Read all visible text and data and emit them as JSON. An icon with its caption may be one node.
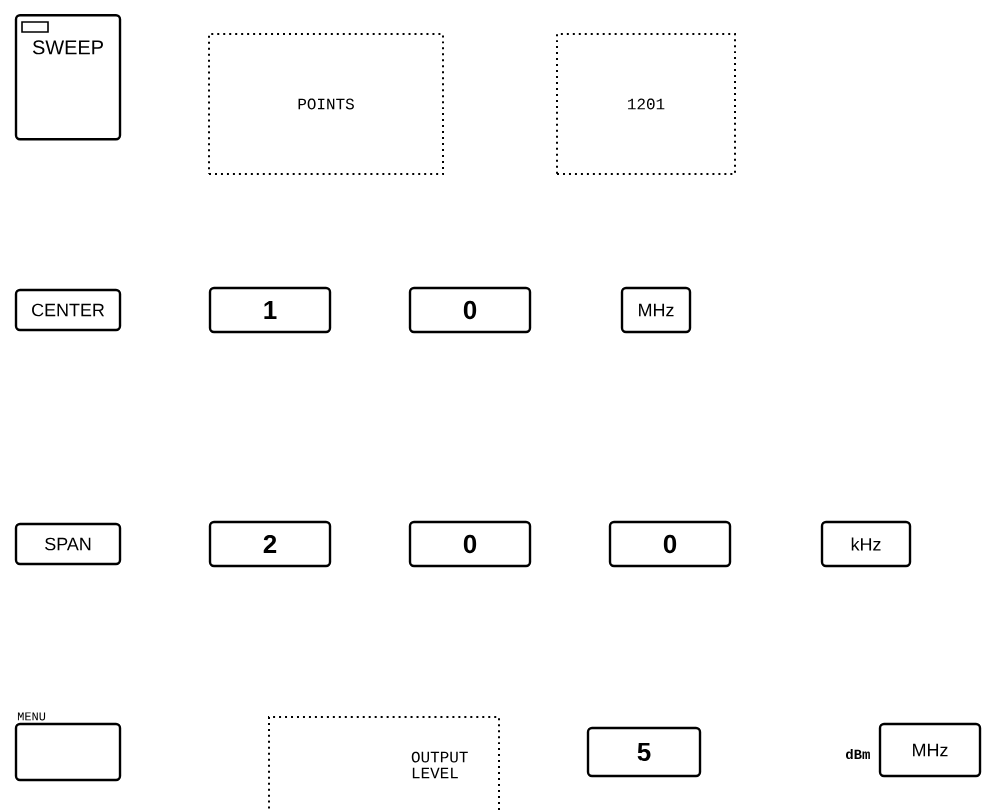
{
  "diagram": {
    "nodes": [
      {
        "text": [
          "SWEEP"
        ]
      },
      {
        "text": [
          "POINTS"
        ]
      },
      {
        "text": [
          "1201"
        ]
      },
      {
        "text": [
          "CENTER"
        ]
      },
      {
        "text": [
          "1"
        ]
      },
      {
        "text": [
          "0"
        ]
      },
      {
        "text": [
          "MHz"
        ]
      },
      {
        "text": [
          "SPAN"
        ]
      },
      {
        "text": [
          "2"
        ]
      },
      {
        "text": [
          "0"
        ]
      },
      {
        "text": [
          "0"
        ]
      },
      {
        "text": [
          "kHz"
        ]
      },
      {
        "text": [
          "MENU"
        ]
      },
      {
        "text": [
          "OUTPUT LEVEL"
        ]
      },
      {
        "text": [
          "5"
        ]
      },
      {
        "text": [
          "MHz"
        ],
        "beside": [
          "dBm"
        ]
      }
    ]
  }
}
